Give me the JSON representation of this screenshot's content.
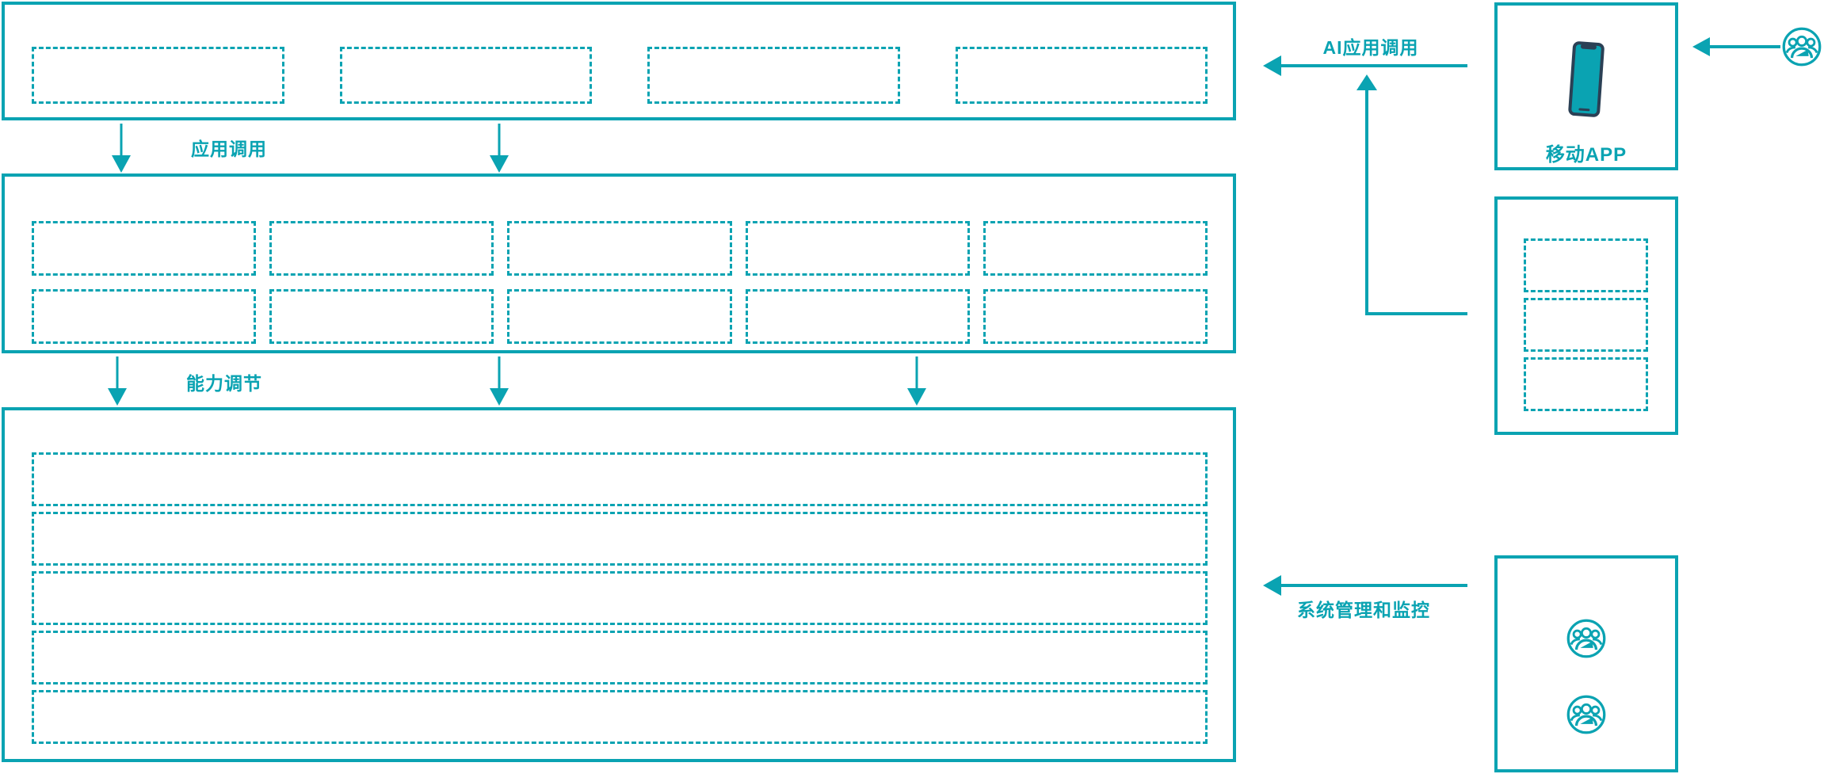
{
  "colors": {
    "accent": "#0aa3b2",
    "phone_dark": "#2b4055",
    "background": "#ffffff"
  },
  "labels": {
    "app_call": "应用调用",
    "capability_adjust": "能力调节",
    "ai_app_call": "AI应用调用",
    "system_monitor": "系统管理和监控",
    "mobile_app": "移动APP"
  },
  "icons": {
    "phone": "smartphone-icon",
    "user_group": "user-group-icon"
  },
  "layout": {
    "top_placeholders": 4,
    "middle_placeholders": 10,
    "bottom_placeholders": 5,
    "right_panel_placeholders": 3,
    "user_icons": 2
  }
}
